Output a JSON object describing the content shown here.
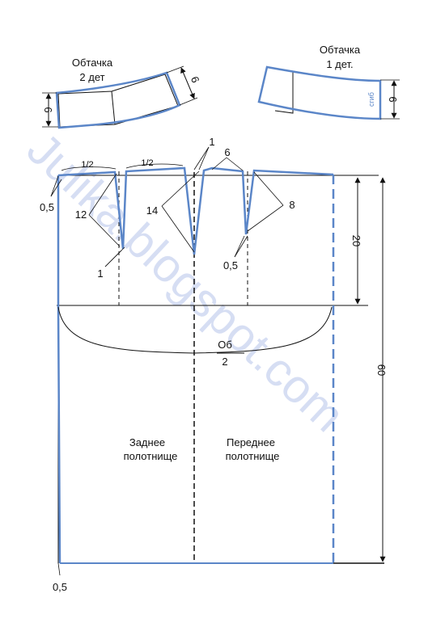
{
  "watermark": "Julika.blogspot.com",
  "facing_left": {
    "title_line1": "Обтачка",
    "title_line2": "2 дет",
    "dim_height": "6",
    "dim_side": "6"
  },
  "facing_right": {
    "title_line1": "Обтачка",
    "title_line2": "1 дет.",
    "dim_height": "6",
    "fold_label": "сгиб"
  },
  "skirt": {
    "label_waist_offset": "0,5",
    "label_hem_offset": "0,5",
    "label_dart_front_offset": "0,5",
    "label_half_left": "1/2",
    "label_half_right": "1/2",
    "label_dart_back_len": "12",
    "label_dart_back_width": "1",
    "label_side_len": "14",
    "label_side_top": "1",
    "label_front_top": "6",
    "label_dart_front_len": "8",
    "label_hip_depth": "20",
    "label_length": "60",
    "hip_label_top": "Об",
    "hip_label_bottom": "2",
    "back_panel_line1": "Заднее",
    "back_panel_line2": "полотнище",
    "front_panel_line1": "Переднее",
    "front_panel_line2": "полотнище"
  },
  "colors": {
    "pattern_blue": "#5b86c8",
    "line": "#111111",
    "watermark": "#c9d3f0"
  }
}
